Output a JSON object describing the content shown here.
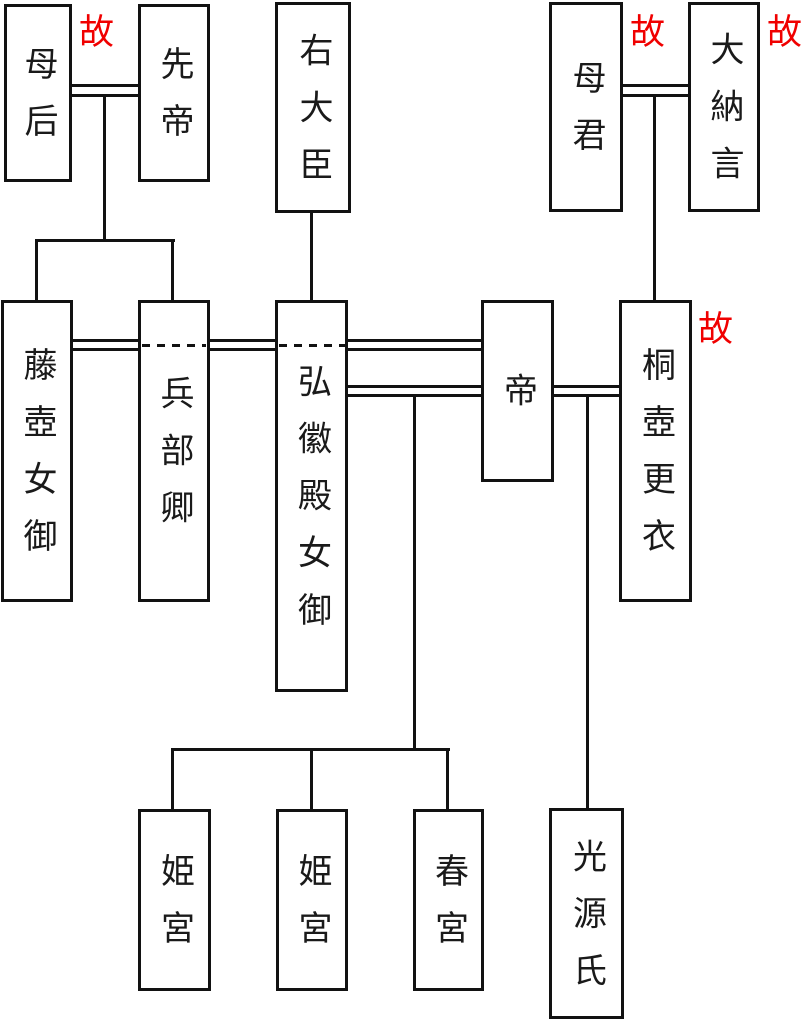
{
  "labels": {
    "deceased": "故"
  },
  "colors": {
    "deceased_red": "#f00000",
    "line_black": "#121212",
    "box_background": "#ffffff",
    "page_background": "#ffffff"
  },
  "people": [
    {
      "name": "母后",
      "deceased": true
    },
    {
      "name": "先帝",
      "deceased": false
    },
    {
      "name": "右大臣",
      "deceased": false
    },
    {
      "name": "母君",
      "deceased": true
    },
    {
      "name": "大納言",
      "deceased": true
    },
    {
      "name": "藤壺女御",
      "deceased": false
    },
    {
      "name": "兵部卿",
      "deceased": false
    },
    {
      "name": "弘徽殿女御",
      "deceased": false
    },
    {
      "name": "帝",
      "deceased": false
    },
    {
      "name": "桐壺更衣",
      "deceased": true
    },
    {
      "name": "姫宮",
      "deceased": false
    },
    {
      "name": "姫宮",
      "deceased": false
    },
    {
      "name": "春宮",
      "deceased": false
    },
    {
      "name": "光源氏",
      "deceased": false
    }
  ],
  "relationships": {
    "marriages": [
      {
        "between": [
          "母后",
          "先帝"
        ]
      },
      {
        "between": [
          "母君",
          "大納言"
        ]
      },
      {
        "between": [
          "藤壺女御",
          "帝"
        ],
        "line_style": "double, dashed where passing through 兵部卿 and 弘徽殿女御 boxes"
      },
      {
        "between": [
          "弘徽殿女御",
          "帝"
        ]
      },
      {
        "between": [
          "帝",
          "桐壺更衣"
        ]
      }
    ],
    "parent_child": [
      {
        "parents": [
          "母后",
          "先帝"
        ],
        "children": [
          "藤壺女御",
          "兵部卿"
        ]
      },
      {
        "parents": [
          "右大臣"
        ],
        "children": [
          "弘徽殿女御"
        ]
      },
      {
        "parents": [
          "母君",
          "大納言"
        ],
        "children": [
          "桐壺更衣"
        ]
      },
      {
        "parents": [
          "弘徽殿女御",
          "帝"
        ],
        "children": [
          "姫宮",
          "姫宮",
          "春宮"
        ]
      },
      {
        "parents": [
          "帝",
          "桐壺更衣"
        ],
        "children": [
          "光源氏"
        ]
      }
    ]
  }
}
